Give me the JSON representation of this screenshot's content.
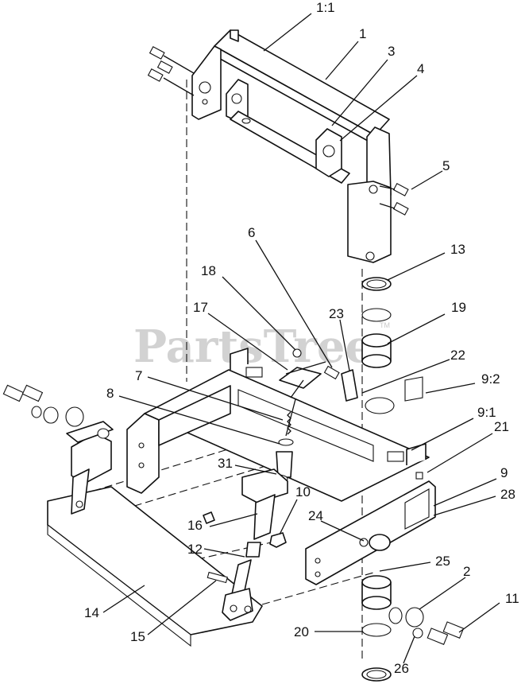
{
  "watermark": {
    "text": "PartsTree",
    "tm": "TM"
  },
  "callouts": [
    {
      "label": "1:1"
    },
    {
      "label": "1"
    },
    {
      "label": "3"
    },
    {
      "label": "4"
    },
    {
      "label": "5"
    },
    {
      "label": "6"
    },
    {
      "label": "13"
    },
    {
      "label": "18"
    },
    {
      "label": "17"
    },
    {
      "label": "23"
    },
    {
      "label": "19"
    },
    {
      "label": "7"
    },
    {
      "label": "22"
    },
    {
      "label": "9:2"
    },
    {
      "label": "8"
    },
    {
      "label": "9:1"
    },
    {
      "label": "21"
    },
    {
      "label": "31"
    },
    {
      "label": "10"
    },
    {
      "label": "9"
    },
    {
      "label": "28"
    },
    {
      "label": "16"
    },
    {
      "label": "24"
    },
    {
      "label": "12"
    },
    {
      "label": "25"
    },
    {
      "label": "2"
    },
    {
      "label": "14"
    },
    {
      "label": "11"
    },
    {
      "label": "15"
    },
    {
      "label": "20"
    },
    {
      "label": "26"
    }
  ]
}
